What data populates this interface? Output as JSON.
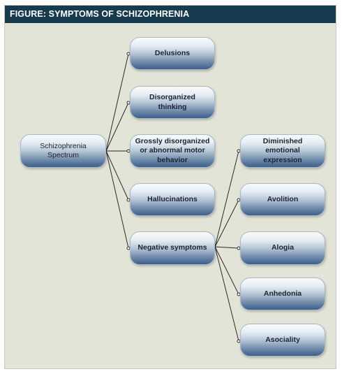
{
  "title": "FIGURE: SYMPTOMS OF SCHIZOPHRENIA",
  "root": "Schizophrenia\nSpectrum",
  "level1": [
    "Delusions",
    "Disorganized thinking",
    "Grossly disorganized\nor abnormal motor\nbehavior",
    "Hallucinations",
    "Negative symptoms"
  ],
  "negative_symptoms": [
    "Diminished emotional\nexpression",
    "Avolition",
    "Alogia",
    "Anhedonia",
    "Asociality"
  ],
  "colors": {
    "title_bar": "#163a4e",
    "panel_bg": "#e3e4d8",
    "node_top": "#f8fbfd",
    "node_bottom": "#3d5f8b",
    "connector": "#2a2a2a"
  }
}
